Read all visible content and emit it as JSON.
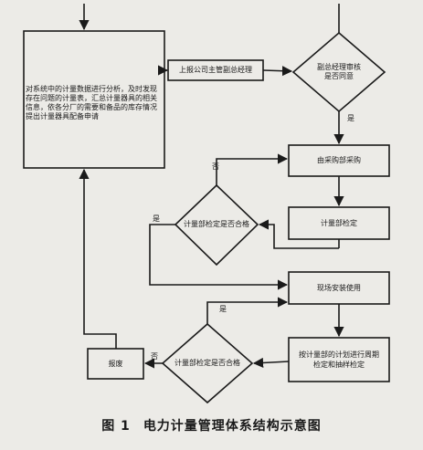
{
  "nodes": {
    "analysis": "对系统中的计量数据进行分析，及时发现存在问题的计量表，汇总计量器具的相关信息，依各分厂的需要和备品的库存情况提出计量器具配备申请",
    "report": "上报公司主管副总经理",
    "approve_line1": "副总经理审核",
    "approve_line2": "是否同意",
    "purchase": "由采购部采购",
    "inspect": "计量部检定",
    "check1": "计量部检定是否合格",
    "install": "现场安装使用",
    "periodic_line1": "按计量部的计划进行周期",
    "periodic_line2": "检定和抽样检定",
    "check2": "计量部检定是否合格",
    "scrap": "报废"
  },
  "edges": {
    "approve_yes": "是",
    "check1_no": "否",
    "check1_yes": "是",
    "check2_yes": "是",
    "check2_no": "否"
  },
  "caption": {
    "number": "图 1",
    "title": "电力计量管理体系结构示意图"
  }
}
